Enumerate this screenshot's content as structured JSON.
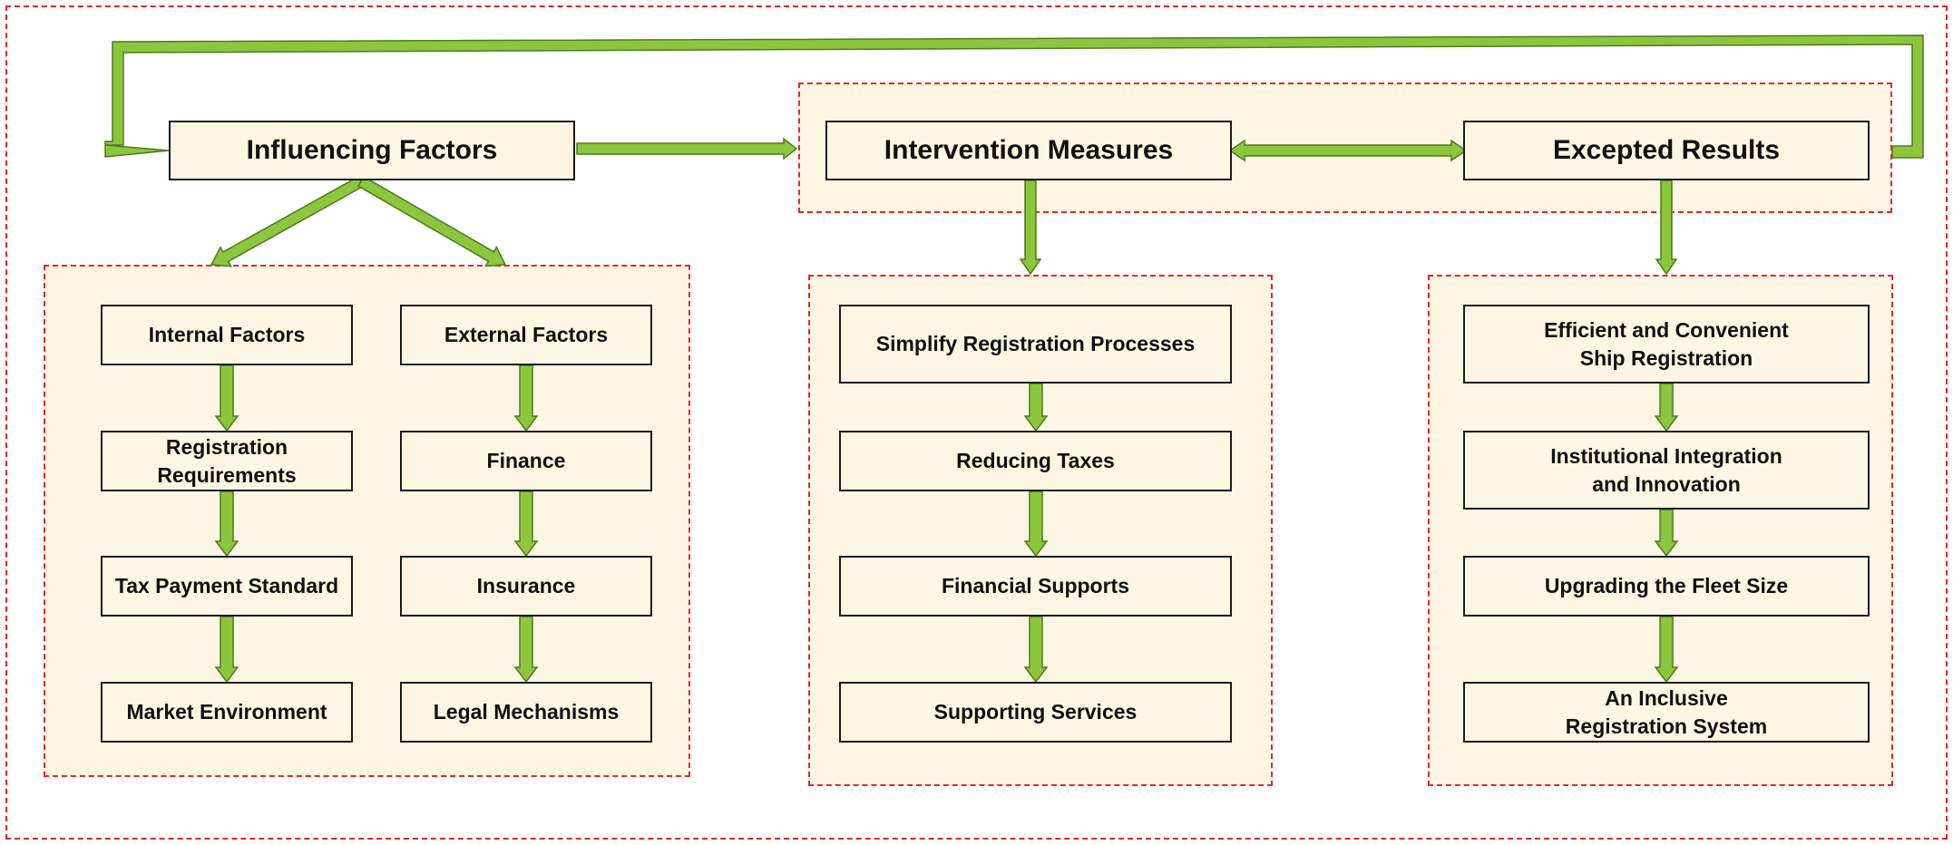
{
  "colors": {
    "arrow_fill": "#8cc63f",
    "arrow_stroke": "#4e7a1e",
    "box_fill": "#fdf6e3",
    "dashed_border": "#e8262c"
  },
  "top": {
    "influencing": "Influencing Factors",
    "intervention": "Intervention Measures",
    "results": "Excepted Results"
  },
  "internal_column": [
    "Internal Factors",
    "Registration\nRequirements",
    "Tax Payment Standard",
    "Market Environment"
  ],
  "external_column": [
    "External Factors",
    "Finance",
    "Insurance",
    "Legal Mechanisms"
  ],
  "measures_column": [
    "Simplify Registration Processes",
    "Reducing Taxes",
    "Financial Supports",
    "Supporting Services"
  ],
  "results_column": [
    "Efficient and Convenient\nShip Registration",
    "Institutional Integration\nand Innovation",
    "Upgrading the Fleet Size",
    "An Inclusive\nRegistration System"
  ]
}
